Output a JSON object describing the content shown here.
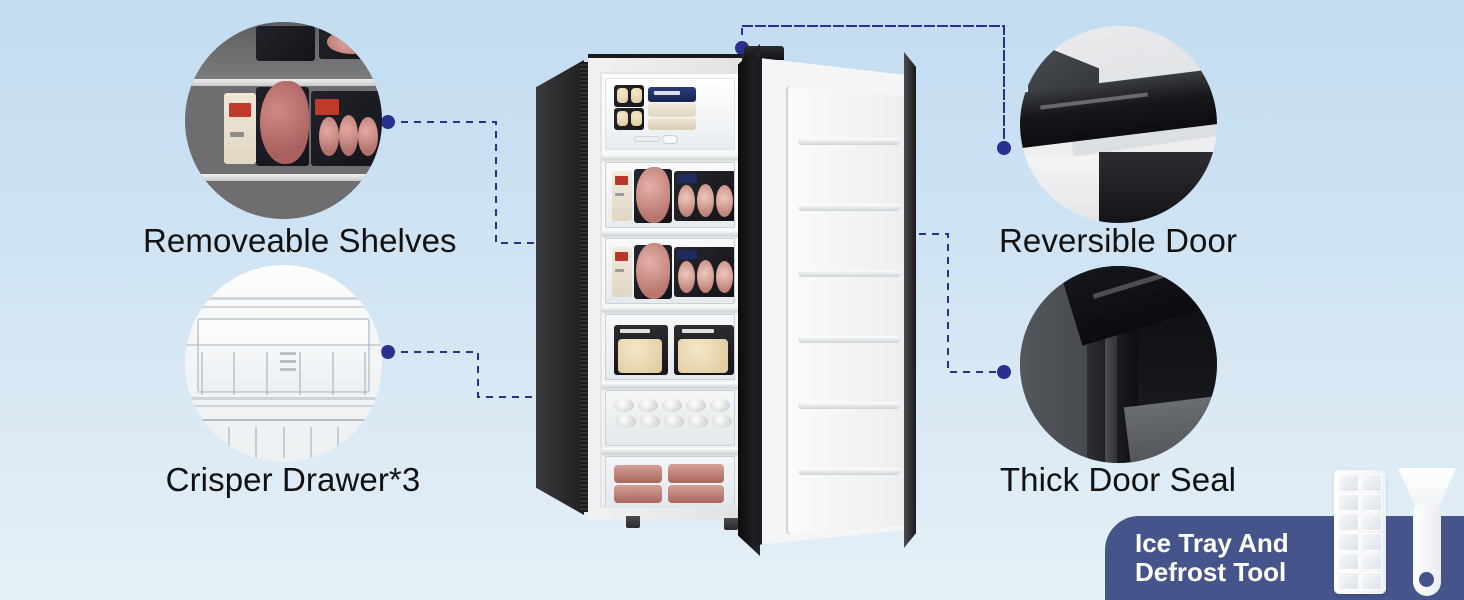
{
  "page": {
    "background_top_color": "#c2dcf0",
    "background_bottom_color": "#e6f0f7",
    "accent_line_color": "#2b2f8f",
    "banner_color": "#45548b"
  },
  "callouts": [
    {
      "id": "removeable-shelves",
      "label": "Removeable Shelves",
      "side": "left",
      "image_alt": "Close-up of removable freezer shelves holding packaged seafood"
    },
    {
      "id": "crisper-drawer",
      "label": "Crisper Drawer*3",
      "side": "left",
      "image_alt": "Close-up of transparent crisper drawer"
    },
    {
      "id": "reversible-door",
      "label": "Reversible Door",
      "side": "right",
      "image_alt": "Close-up of the reversible door hinge corner"
    },
    {
      "id": "thick-door-seal",
      "label": "Thick Door Seal",
      "side": "right",
      "image_alt": "Close-up of the thick magnetic door seal"
    }
  ],
  "product": {
    "alt": "Upright black freezer with door open showing five stocked shelves and drawers"
  },
  "banner": {
    "line1": "Ice Tray And",
    "line2": "Defrost Tool",
    "accessory_alt": "White ice cube tray and white plastic defrost scraper"
  }
}
